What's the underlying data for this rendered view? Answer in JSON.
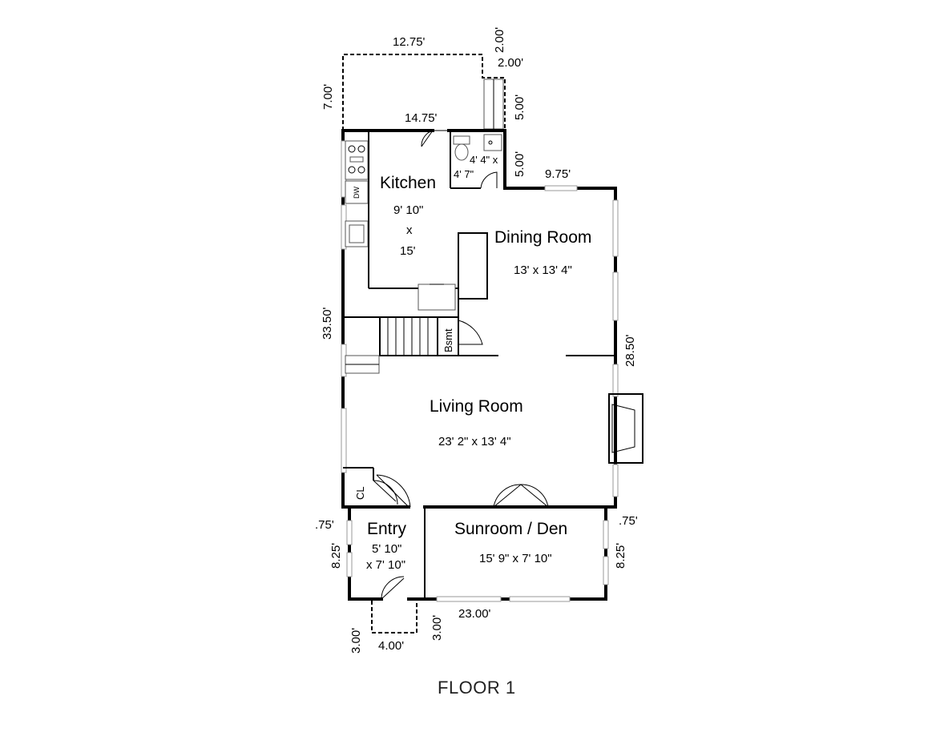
{
  "title": "FLOOR 1",
  "rooms": {
    "kitchen": {
      "name": "Kitchen",
      "dim1": "9' 10\"",
      "dim2": "x",
      "dim3": "15'"
    },
    "dining": {
      "name": "Dining Room",
      "dim": "13' x 13' 4\""
    },
    "living": {
      "name": "Living Room",
      "dim": "23' 2\" x 13' 4\""
    },
    "entry": {
      "name": "Entry",
      "dim1": "5' 10\"",
      "dim2": "x 7' 10\""
    },
    "sunroom": {
      "name": "Sunroom / Den",
      "dim": "15' 9\" x 7' 10\""
    },
    "bath": {
      "dim1": "4' 4\" x",
      "dim2": "4' 7\""
    }
  },
  "labels": {
    "closet": "CL",
    "basement": "Bsmt",
    "dishwasher": "DW"
  },
  "dimensions": {
    "top_deck_width": "12.75'",
    "top_step": "2.00'",
    "top_step_2": "2.00'",
    "deck_height": "7.00'",
    "kitchen_top": "14.75'",
    "step_height": "5.00'",
    "bath_offset": "5.00'",
    "dining_top": "9.75'",
    "left_side": "33.50'",
    "right_side": "28.50'",
    "entry_offset": ".75'",
    "sun_offset": ".75'",
    "entry_height": "8.25'",
    "sun_height": "8.25'",
    "porch_left": "3.00'",
    "porch_right": "3.00'",
    "porch_width": "4.00'",
    "bottom_width": "23.00'"
  },
  "icons": [
    "stove-icon",
    "sink-icon",
    "toilet-icon",
    "fireplace-icon",
    "stairs-icon",
    "door-swing-icon"
  ]
}
